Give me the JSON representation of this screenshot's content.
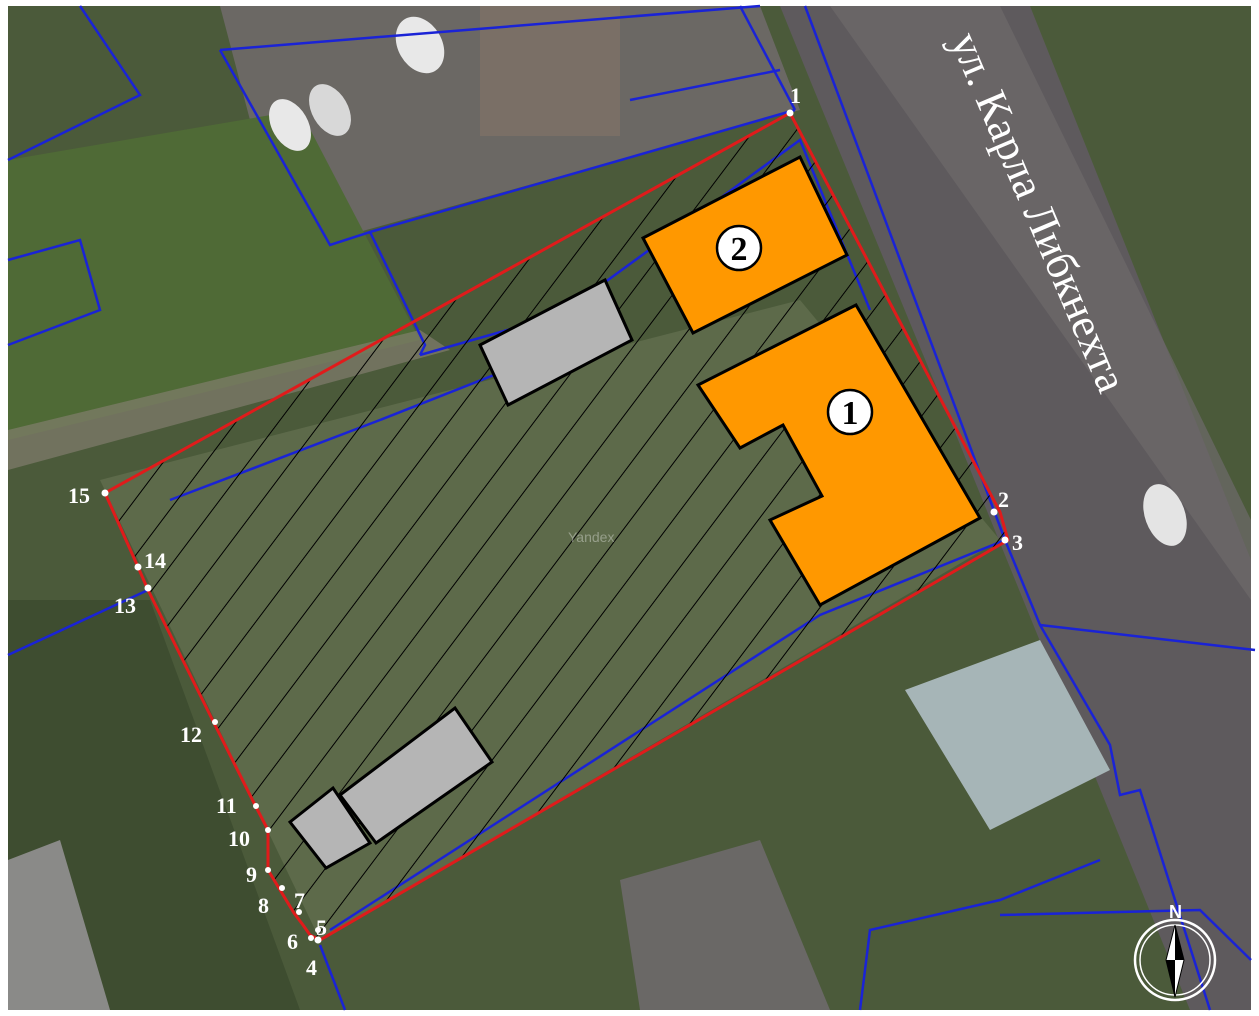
{
  "street_label": "ул. Карла Либкнехта",
  "watermark": "Yandex",
  "north_label": "N",
  "colors": {
    "parcel_boundary": "#e01b1b",
    "cadastral_lines": "#1a23d6",
    "proposed_buildings": "#ff9800",
    "existing_buildings": "#b5b5b5",
    "hatch": "#000000"
  },
  "buildings": [
    {
      "number": "1"
    },
    {
      "number": "2"
    }
  ],
  "vertices": [
    "1",
    "2",
    "3",
    "4",
    "5",
    "6",
    "7",
    "8",
    "9",
    "10",
    "11",
    "12",
    "13",
    "14",
    "15"
  ]
}
